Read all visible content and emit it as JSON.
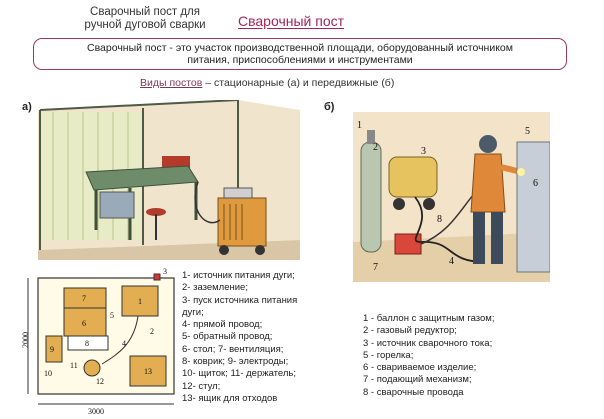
{
  "header": {
    "subtitle_line1": "Сварочный  пост  для",
    "subtitle_line2": "ручной  дуговой  сварки",
    "title": "Сварочный  пост"
  },
  "definition": {
    "line1": "Сварочный  пост - это  участок  производственной  площади, оборудованный  источником",
    "line2": "питания,  приспособлениями  и  инструментами"
  },
  "types": {
    "label": "Виды   постов",
    "dash": "–",
    "text": "стационарные (а) и  передвижные (б)"
  },
  "panel_a": {
    "label": "а)"
  },
  "panel_b": {
    "label": "б)"
  },
  "plan": {
    "dim_width": "3000",
    "dim_height": "2000",
    "numbers": [
      "1",
      "3",
      "7",
      "6",
      "5",
      "9",
      "8",
      "10",
      "11",
      "12",
      "4",
      "13",
      "2"
    ]
  },
  "legend_left": [
    "1- источник  питания  дуги;",
    "2- заземление;",
    "3- пуск  источника  питания",
    "      дуги;",
    "4- прямой  провод;",
    "5- обратный  провод;",
    "6- стол;          7- вентиляция;",
    "8- коврик;          9- электроды;",
    "10- щиток;      11- держатель;",
    "12- стул;",
    "13- ящик  для  отходов"
  ],
  "legend_right": [
    "1 - баллон  с  защитным  газом;",
    "2 - газовый  редуктор;",
    "3 - источник  сварочного  тока;",
    "5 - горелка;",
    "6 - свариваемое  изделие;",
    "7 - подающий  механизм;",
    "8 - сварочные  провода"
  ],
  "callouts_b": [
    "1",
    "2",
    "3",
    "4",
    "5",
    "6",
    "7",
    "8"
  ],
  "colors": {
    "title": "#a3245b",
    "box_border": "#9a3a5c",
    "orange": "#e0883a",
    "cylinder": "#b9c6b0",
    "scene_bg": "#f3e3c8"
  }
}
